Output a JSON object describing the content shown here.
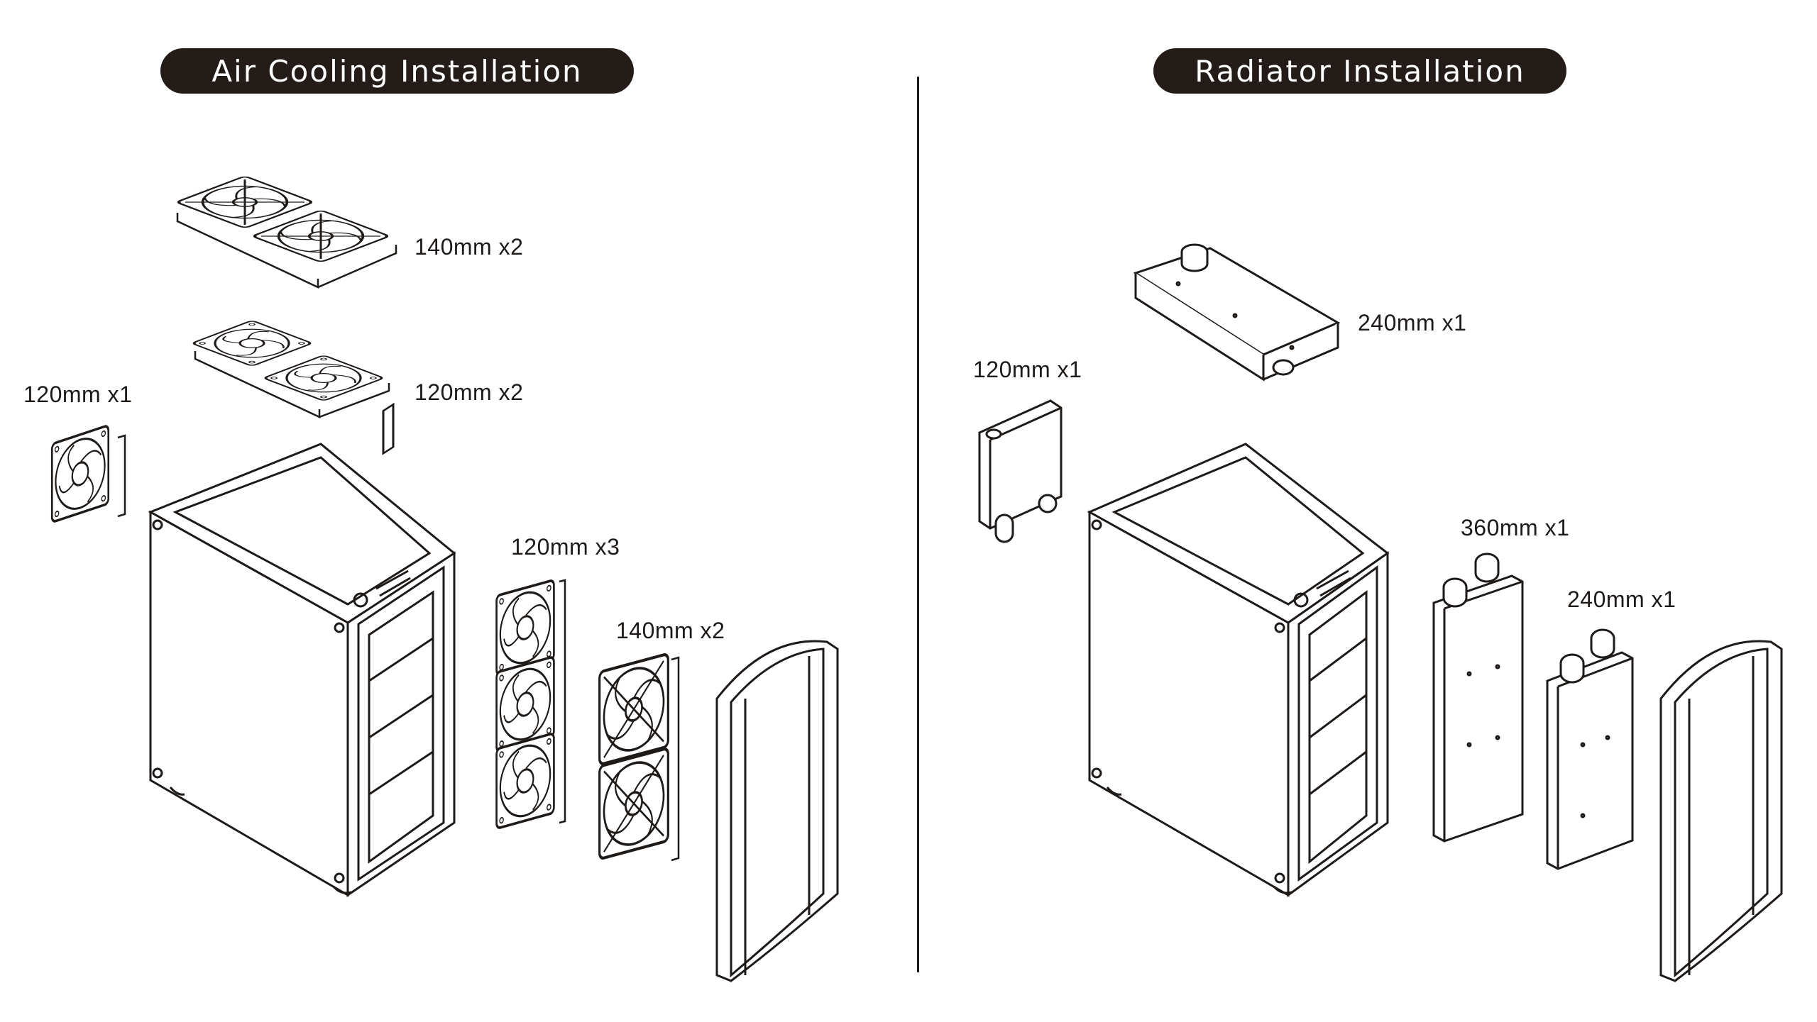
{
  "sections": {
    "air_cooling": {
      "title": "Air Cooling Installation",
      "labels": {
        "top_fans_140": "140mm x2",
        "top_fans_120": "120mm x2",
        "rear_fan_120": "120mm x1",
        "front_fans_120": "120mm x3",
        "front_fans_140": "140mm x2"
      }
    },
    "radiator": {
      "title": "Radiator Installation",
      "labels": {
        "top_radiator_240": "240mm x1",
        "rear_radiator_120": "120mm x1",
        "front_radiator_360": "360mm x1",
        "front_radiator_240": "240mm x1"
      }
    }
  },
  "colors": {
    "ink": "#1e1a18",
    "pill_bg": "#231c19",
    "pill_text": "#ffffff",
    "background": "#ffffff"
  }
}
